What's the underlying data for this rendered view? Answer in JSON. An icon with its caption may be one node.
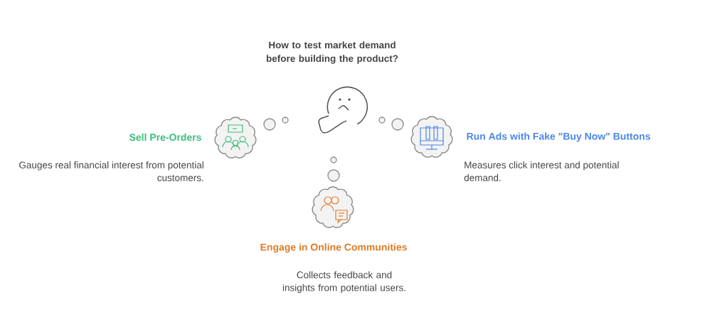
{
  "diagram": {
    "title": "How to test market demand before building the product?",
    "labels": [
      "Sell Pre-Orders",
      "Gauges real financial interest from potential customers.",
      "Run Ads with Fake \"Buy Now\" Buttons",
      "Measures click interest and potential demand.",
      "Engage in Online Communities",
      "Collects feedback and insights from potential users."
    ]
  }
}
